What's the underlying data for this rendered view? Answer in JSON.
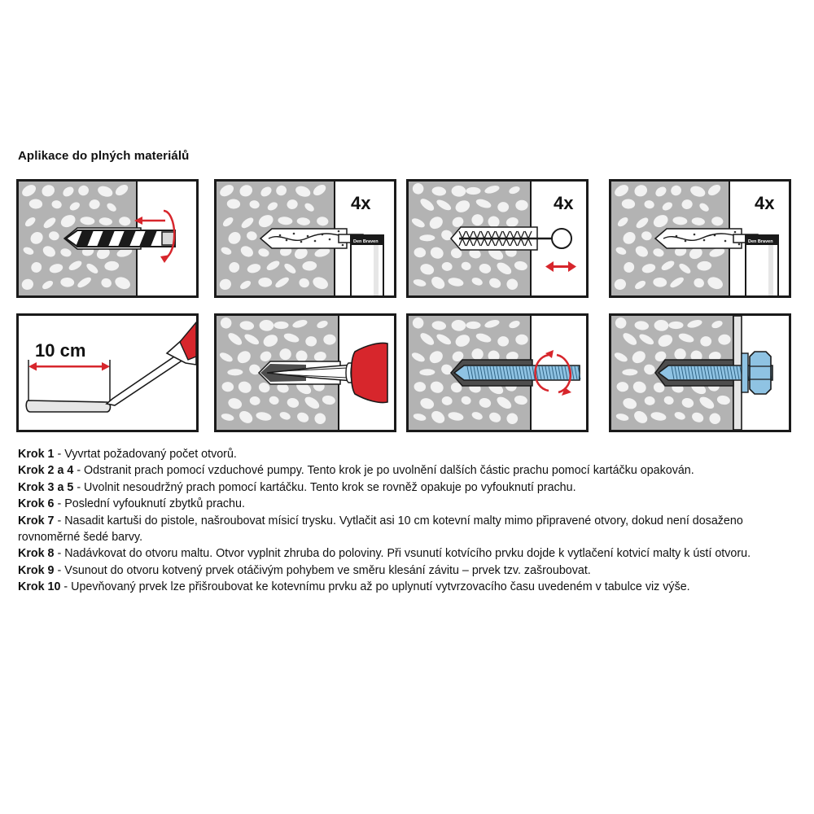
{
  "heading": "Aplikace do plných materiálů",
  "panels": {
    "p2": {
      "count": "4x",
      "brand": "Den Braven"
    },
    "p3": {
      "count": "4x"
    },
    "p4": {
      "count": "4x",
      "brand": "Den Braven"
    },
    "p5": {
      "measure": "10 cm"
    }
  },
  "steps": [
    {
      "label": "Krok 1",
      "text": " - Vyvrtat požadovaný počet otvorů."
    },
    {
      "label": "Krok 2 a 4",
      "text": " - Odstranit prach pomocí vzduchové pumpy. Tento krok je po uvolnění dalších částic prachu pomocí kartáčku opakován."
    },
    {
      "label": "Krok 3 a 5",
      "text": " - Uvolnit nesoudržný prach pomocí kartáčku. Tento krok se rovněž opakuje po vyfouknutí prachu."
    },
    {
      "label": "Krok 6",
      "text": " - Poslední vyfouknutí zbytků prachu."
    },
    {
      "label": "Krok 7",
      "text": " - Nasadit kartuši do pistole, našroubovat mísicí trysku. Vytlačit asi 10 cm kotevní malty mimo připravené otvory, dokud není dosaženo rovnoměrné šedé barvy."
    },
    {
      "label": "Krok 8",
      "text": " - Nadávkovat do otvoru maltu. Otvor vyplnit zhruba do poloviny. Při vsunutí kotvícího prvku dojde k vytlačení kotvicí malty k ústí otvoru."
    },
    {
      "label": "Krok 9",
      "text": " - Vsunout do otvoru kotvený prvek otáčivým pohybem ve směru klesání závitu – prvek tzv. zašroubovat."
    },
    {
      "label": "Krok 10",
      "text": " - Upevňovaný prvek lze přišroubovat ke kotevnímu prvku až po uplynutí vytvrzovacího času uvedeném v tabulce viz výše."
    }
  ],
  "colors": {
    "concrete": "#b3b3b3",
    "stone": "#f2f2f2",
    "hole": "#e8e8e8",
    "accent_red": "#d7262c",
    "thread_blue": "#8fc3e3",
    "outline": "#1a1a1a"
  }
}
